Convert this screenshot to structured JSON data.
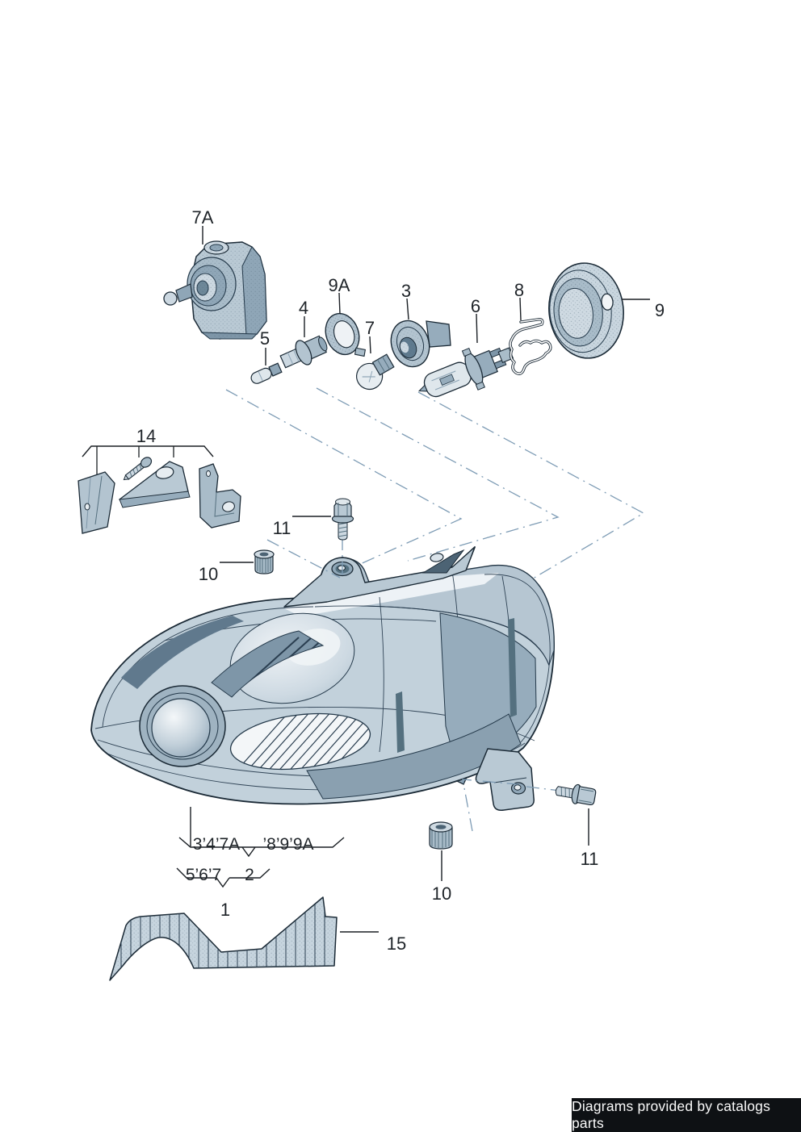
{
  "palette": {
    "outline": "#1b2a36",
    "fill_light": "#ccd8e1",
    "fill_mid": "#9fb3c1",
    "fill_dark": "#6d8798",
    "guide_line": "#7e9cb5",
    "footer_bg": "#0e1114",
    "footer_text": "#fafafa"
  },
  "footer": {
    "credit": "Diagrams provided by catalogs parts"
  },
  "callouts": {
    "motor": "7A",
    "seal_ring": "9A",
    "bulb_holder": "3",
    "bulb_socket": "4",
    "wedge_bulb": "5",
    "h4_bulb": "6",
    "ball_bulb": "7",
    "spring_clip": "8",
    "dust_cap": "9",
    "nut_top": "10",
    "bolt_top": "11",
    "repair_kit": "14",
    "nut_bottom": "10",
    "bolt_bottom": "11",
    "headlight": "1",
    "heat_shield": "15",
    "group_row1_left": "3’4’7A",
    "group_row1_right": "’8’9’9A",
    "group_row2_left": "5’6’7",
    "group_row2_right": "2"
  }
}
